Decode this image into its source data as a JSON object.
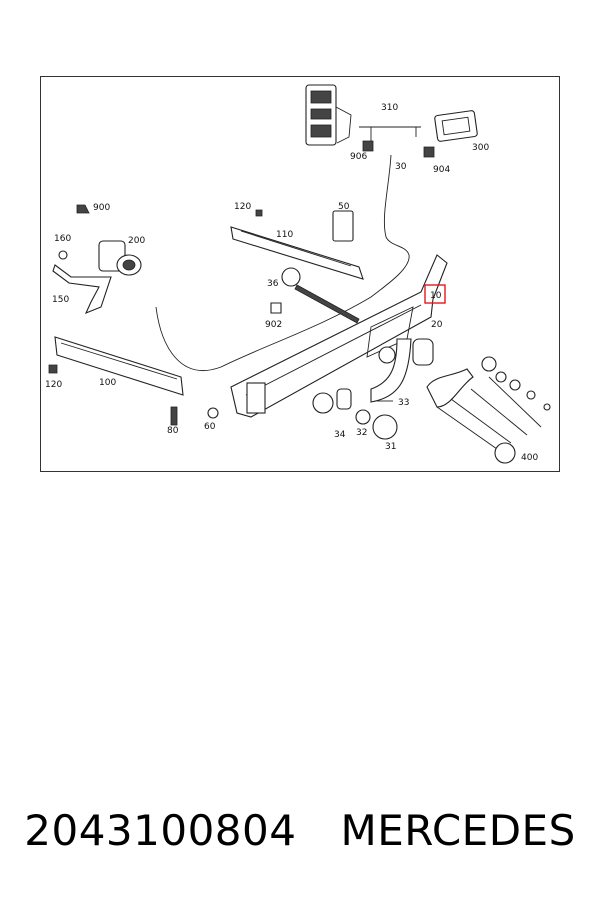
{
  "diagram": {
    "callouts": {
      "c310": "310",
      "c300": "300",
      "c906": "906",
      "c904": "904",
      "c30": "30",
      "c120_top": "120",
      "c110": "110",
      "c50": "50",
      "c900": "900",
      "c160": "160",
      "c200": "200",
      "c150": "150",
      "c36": "36",
      "c902": "902",
      "c10": "10",
      "c20": "20",
      "c120_left": "120",
      "c100": "100",
      "c80": "80",
      "c60": "60",
      "c33": "33",
      "c34": "34",
      "c32": "32",
      "c31": "31",
      "c400": "400"
    },
    "highlight_color": "#e0191f"
  },
  "footer": {
    "part_number": "2043100804",
    "brand": "MERCEDES"
  }
}
